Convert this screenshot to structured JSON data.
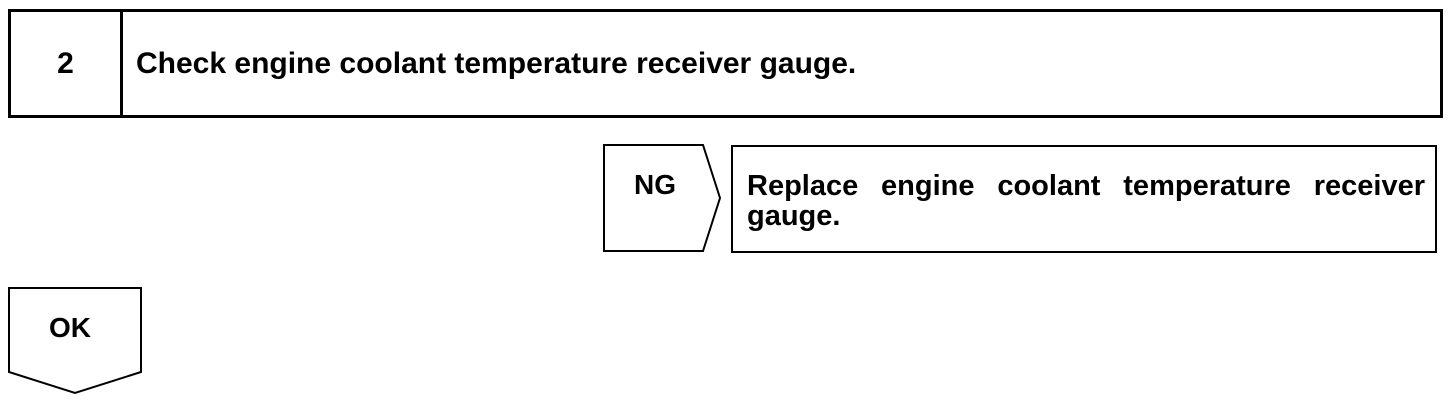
{
  "step": {
    "number": "2",
    "title": "Check engine coolant temperature receiver gauge."
  },
  "ng_branch": {
    "label": "NG",
    "action": "Replace engine coolant temperature receiver gauge."
  },
  "ok_branch": {
    "label": "OK"
  }
}
